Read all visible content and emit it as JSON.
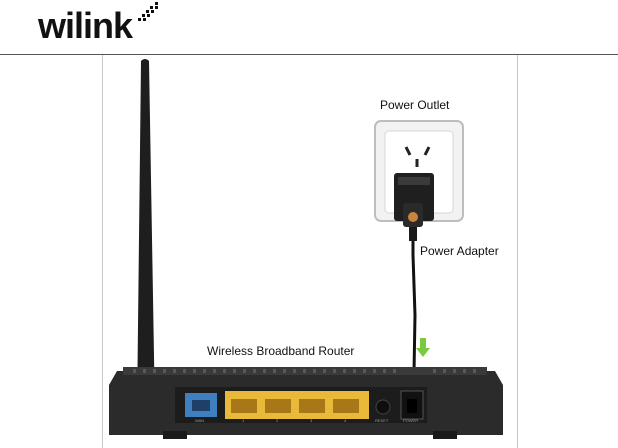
{
  "brand": {
    "name": "wilink"
  },
  "diagram": {
    "labels": {
      "power_outlet": "Power Outlet",
      "power_adapter": "Power Adapter",
      "router": "Wireless Broadband Router"
    },
    "port_labels": {
      "wan": "WAN",
      "lan": [
        "1",
        "2",
        "3",
        "4"
      ],
      "reset": "RESET",
      "power": "POWER"
    },
    "colors": {
      "router_body": "#2b2b2b",
      "wan_port": "#3f7fbf",
      "lan_ports": "#e9b93a",
      "arrow": "#7ac943"
    }
  }
}
